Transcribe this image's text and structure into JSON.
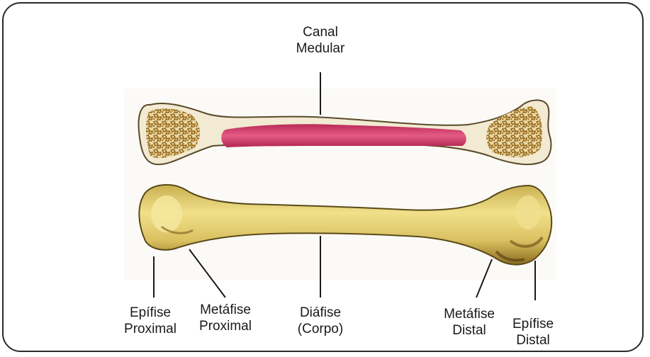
{
  "labels": {
    "canal_medular": [
      "Canal",
      "Medular"
    ],
    "epifise_proximal": [
      "Epífise",
      "Proximal"
    ],
    "metafise_proximal": [
      "Metáfise",
      "Proximal"
    ],
    "diafise": [
      "Diáfise",
      "(Corpo)"
    ],
    "metafise_distal": [
      "Metáfise",
      "Distal"
    ],
    "epifise_distal": [
      "Epífise",
      "Distal"
    ]
  },
  "colors": {
    "frame": "#2a2a2a",
    "bone_outer": "#d8c266",
    "bone_shadow": "#8a6a1c",
    "marrow": "#d43a6a",
    "cortex_section": "#f2ead2",
    "spongy": "#a0701e",
    "leader_line": "#1a1a1a"
  }
}
